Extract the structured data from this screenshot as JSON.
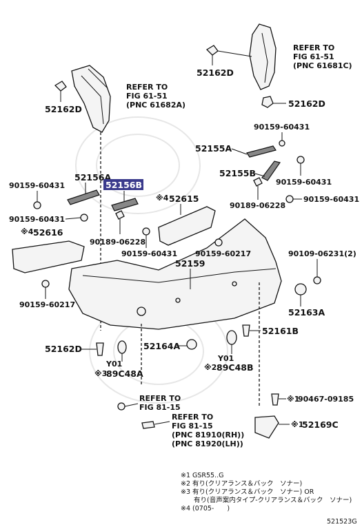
{
  "refs": {
    "fig61_left": {
      "line1": "REFER TO",
      "line2": "FIG 61-51",
      "line3": "(PNC 61682A)"
    },
    "fig61_right": {
      "line1": "REFER TO",
      "line2": "FIG 61-51",
      "line3": "(PNC 61681C)"
    },
    "fig81_a": {
      "line1": "REFER TO",
      "line2": "FIG 81-15"
    },
    "fig81_b": {
      "line1": "REFER TO",
      "line2": "FIG 81-15",
      "line3": "(PNC 81910(RH))",
      "line4": "(PNC 81920(LH))"
    }
  },
  "parts": {
    "p52162d_top_left": "52162D",
    "p52162d_top_right": "52162D",
    "p52162d_right_clip": "52162D",
    "p52162d_bottom": "52162D",
    "p90159_60431_a": "90159-60431",
    "p52155a": "52155A",
    "p52155b": "52155B",
    "p90159_60431_b": "90159-60431",
    "p90189_06228_right": "90189-06228",
    "p90159_60431_c": "90159-60431",
    "p52156a": "52156A",
    "p52156b": "52156B",
    "p90159_60431_d": "90159-60431",
    "p90159_60431_e": "90159-60431",
    "p52615_mark": "※4",
    "p52615": "52615",
    "p52616_mark": "※4",
    "p52616": "52616",
    "p90189_06228_mid": "90189-06228",
    "p90159_60431_f": "90159-60431",
    "p90159_60217_right": "90159-60217",
    "p52159": "52159",
    "p90109_06231": "90109-06231(2)",
    "p90159_60217_left": "90159-60217",
    "p52163a": "52163A",
    "p52161b": "52161B",
    "p52164a": "52164A",
    "p89c48a_y": "Y01",
    "p89c48a_mark": "※3",
    "p89c48a": "89C48A",
    "p89c48b_y": "Y01",
    "p89c48b_mark": "※2",
    "p89c48b": "89C48B",
    "p90467_mark": "※1",
    "p90467": "90467-09185",
    "p52169c_mark": "※1",
    "p52169c": "52169C"
  },
  "highlight_color": "#3a3a8c",
  "notes": [
    "※1 GSR55..G",
    "※2 有り(クリアランス＆バック　ソナー)",
    "※3 有り(クリアランス＆バック　ソナー) OR",
    "　　有り(音声案内タイプ-クリアランス＆バック　ソナー)",
    "※4 (0705-　　)"
  ],
  "figure_id": "521523G"
}
